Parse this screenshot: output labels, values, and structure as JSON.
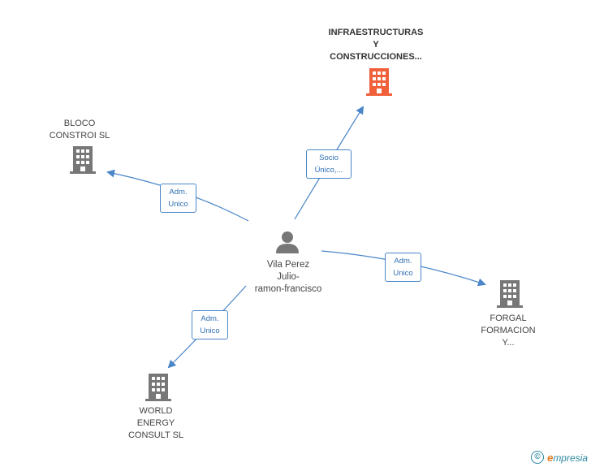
{
  "center": {
    "lines": [
      "Vila Perez",
      "Julio-",
      "ramon-francisco"
    ]
  },
  "companies": {
    "infraestructuras": {
      "lines": [
        "INFRAESTRUCTURAS",
        "Y",
        "CONSTRUCCIONES..."
      ],
      "color": "#f0603a"
    },
    "bloco": {
      "lines": [
        "BLOCO",
        "CONSTROI SL"
      ],
      "color": "#777777"
    },
    "forgal": {
      "lines": [
        "FORGAL",
        "FORMACION",
        "Y..."
      ],
      "color": "#777777"
    },
    "world": {
      "lines": [
        "WORLD",
        "ENERGY",
        "CONSULT SL"
      ],
      "color": "#777777"
    }
  },
  "relations": {
    "socio": {
      "lines": [
        "Socio",
        "Único,..."
      ]
    },
    "adm_bloco": {
      "lines": [
        "Adm.",
        "Unico"
      ]
    },
    "adm_forgal": {
      "lines": [
        "Adm.",
        "Unico"
      ]
    },
    "adm_world": {
      "lines": [
        "Adm.",
        "Unico"
      ]
    }
  },
  "footer": {
    "copyright_symbol": "©",
    "brand_initial": "e",
    "brand_rest": "mpresia"
  },
  "colors": {
    "edge": "#4a86c8",
    "person": "#777777"
  }
}
